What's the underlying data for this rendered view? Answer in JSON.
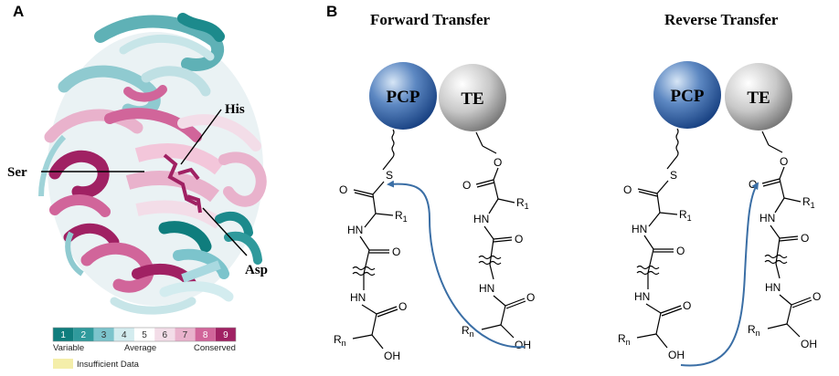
{
  "panel_a": {
    "label": "A",
    "callouts": {
      "his": "His",
      "ser": "Ser",
      "asp": "Asp"
    },
    "legend": {
      "bins": [
        {
          "n": "1",
          "color": "#0f7d7d"
        },
        {
          "n": "2",
          "color": "#2f9a9c"
        },
        {
          "n": "3",
          "color": "#7cc4cc"
        },
        {
          "n": "4",
          "color": "#d3ecef"
        },
        {
          "n": "5",
          "color": "#ffffff"
        },
        {
          "n": "6",
          "color": "#f3dde8"
        },
        {
          "n": "7",
          "color": "#e9b2cc"
        },
        {
          "n": "8",
          "color": "#d1659a"
        },
        {
          "n": "9",
          "color": "#a02163"
        }
      ],
      "low": "Variable",
      "mid": "Average",
      "high": "Conserved",
      "insufficient": "Insufficient Data",
      "insufficient_color": "#f4eeaa"
    }
  },
  "panel_b": {
    "label": "B",
    "forward": {
      "title": "Forward Transfer"
    },
    "reverse": {
      "title": "Reverse Transfer"
    },
    "pcp": "PCP",
    "te": "TE",
    "arrow_color": "#3a6ea5"
  }
}
